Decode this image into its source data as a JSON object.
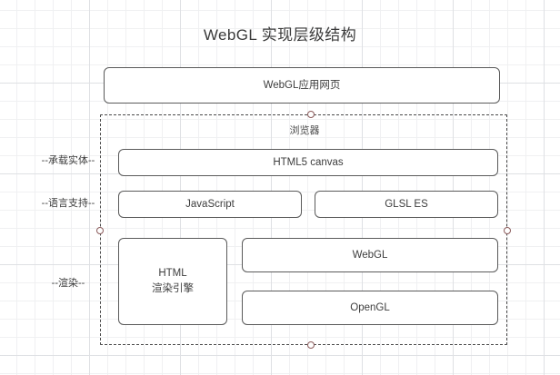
{
  "title": "WebGL 实现层级结构",
  "canvas": {
    "background": "#ffffff",
    "grid_minor_color": "#eeeff1",
    "grid_major_color": "#dee0e4"
  },
  "nodes": {
    "webgl_app": "WebGL应用网页",
    "html5_canvas": "HTML5 canvas",
    "javascript": "JavaScript",
    "glsl_es": "GLSL ES",
    "html_engine": "HTML\n渲染引擎",
    "webgl": "WebGL",
    "opengl": "OpenGL"
  },
  "browser_container": {
    "label": "浏览器",
    "border_style": "dashed",
    "border_color": "#4a4a4a",
    "handle_color": "#8a5a5a"
  },
  "side_labels": [
    "--承载实体--",
    "--语言支持--",
    "--渲染--"
  ],
  "colors": {
    "node_border": "#5a5a5a",
    "node_fill": "#ffffff",
    "text": "#3d3d3d",
    "title_text": "#3b3b3b"
  }
}
